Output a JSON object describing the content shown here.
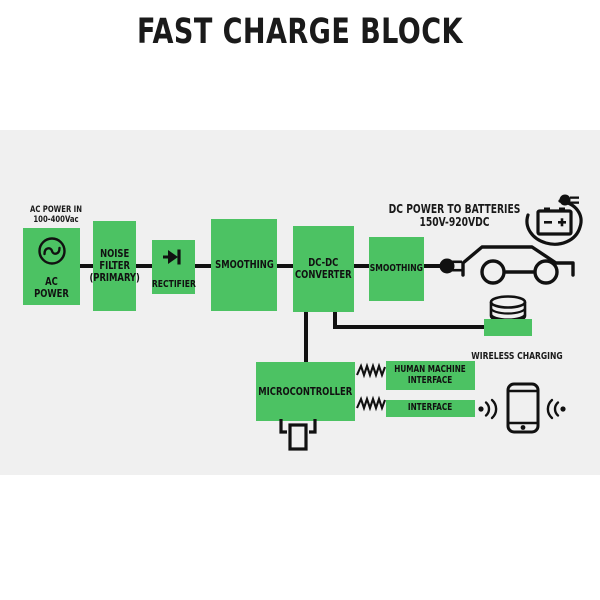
{
  "title": "FAST CHARGE BLOCK",
  "colors": {
    "block_green": "#4cc263",
    "panel_bg": "#f0f0f0",
    "ink": "#111111",
    "page_bg": "#ffffff"
  },
  "labels": {
    "ac_power_in": "AC POWER IN\n100-400Vac",
    "dc_power_out": "DC POWER TO BATTERIES\n150V-920VDC",
    "wireless_charging": "WIRELESS CHARGING"
  },
  "blocks": [
    {
      "id": "ac-power",
      "label": "AC\nPOWER"
    },
    {
      "id": "noise-filter",
      "label": "NOISE\nFILTER\n(PRIMARY)"
    },
    {
      "id": "rectifier",
      "label": "RECTIFIER"
    },
    {
      "id": "smoothing-1",
      "label": "SMOOTHING"
    },
    {
      "id": "dc-dc-converter",
      "label": "DC-DC\nCONVERTER"
    },
    {
      "id": "smoothing-2",
      "label": "SMOOTHING"
    },
    {
      "id": "microcontroller",
      "label": "MICROCONTROLLER"
    },
    {
      "id": "human-machine-interface",
      "label": "HUMAN MACHINE\nINTERFACE"
    },
    {
      "id": "interface",
      "label": "INTERFACE"
    },
    {
      "id": "wireless-pad",
      "label": ""
    }
  ],
  "icons": {
    "ac_sine": "ac-sine-icon",
    "diode": "diode-icon",
    "plug": "plug-icon",
    "car": "car-icon",
    "battery": "battery-icon",
    "coil": "coil-icon",
    "phone": "phone-icon",
    "signal_left": "signal-waves-icon",
    "signal_right": "signal-waves-icon",
    "spring_1": "spring-connector-icon",
    "spring_2": "spring-connector-icon",
    "mcu_connector": "connector-icon"
  },
  "chart_data": {
    "type": "diagram",
    "title": "FAST CHARGE BLOCK",
    "nodes": [
      "AC POWER",
      "NOISE FILTER (PRIMARY)",
      "RECTIFIER",
      "SMOOTHING",
      "DC-DC CONVERTER",
      "SMOOTHING",
      "MICROCONTROLLER",
      "HUMAN MACHINE INTERFACE",
      "INTERFACE",
      "WIRELESS CHARGING"
    ],
    "edges": [
      [
        "AC POWER",
        "NOISE FILTER (PRIMARY)"
      ],
      [
        "NOISE FILTER (PRIMARY)",
        "RECTIFIER"
      ],
      [
        "RECTIFIER",
        "SMOOTHING"
      ],
      [
        "SMOOTHING",
        "DC-DC CONVERTER"
      ],
      [
        "DC-DC CONVERTER",
        "SMOOTHING"
      ],
      [
        "SMOOTHING",
        "DC POWER TO BATTERIES"
      ],
      [
        "DC-DC CONVERTER",
        "MICROCONTROLLER"
      ],
      [
        "DC-DC CONVERTER",
        "WIRELESS CHARGING"
      ],
      [
        "MICROCONTROLLER",
        "HUMAN MACHINE INTERFACE"
      ],
      [
        "MICROCONTROLLER",
        "INTERFACE"
      ]
    ],
    "annotations": [
      "AC POWER IN 100-400Vac",
      "DC POWER TO BATTERIES 150V-920VDC",
      "WIRELESS CHARGING"
    ]
  }
}
